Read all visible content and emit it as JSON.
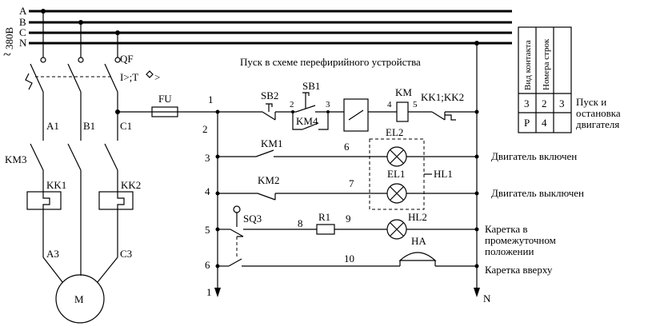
{
  "phases": {
    "a": "A",
    "b": "B",
    "c": "C",
    "n": "N",
    "voltage": "380В",
    "ac_symbol": "~"
  },
  "power": {
    "qf": "QF",
    "qf_trip": "I>;T",
    "a1": "A1",
    "b1": "B1",
    "c1": "C1",
    "km3": "KM3",
    "kk1": "KK1",
    "kk2": "KK2",
    "a3": "A3",
    "c3": "C3",
    "motor": "M"
  },
  "control": {
    "fu": "FU",
    "heading": "Пуск в схеме перефирийного устройства",
    "sb2": "SB2",
    "sb1": "SB1",
    "km4": "KM4",
    "km": "KM",
    "kk12": "KK1;KK2",
    "km1": "KM1",
    "km2": "KM2",
    "el2": "EL2",
    "el1": "EL1",
    "hl1": "HL1",
    "sq3": "SQ3",
    "r1": "R1",
    "hl2": "HL2",
    "ha": "HA",
    "nodes": [
      "1",
      "2",
      "3",
      "4",
      "5",
      "6",
      "7",
      "8",
      "9",
      "10",
      "2",
      "3",
      "4",
      "5"
    ],
    "line_numbers": [
      "1",
      "2",
      "3",
      "4",
      "5",
      "6",
      "1"
    ],
    "n_end": "N"
  },
  "legend": {
    "header_contact_type": "Вид контакта",
    "header_line_numbers": "Номера строк",
    "row1": [
      "3",
      "2",
      "3"
    ],
    "row2": [
      "Р",
      "4"
    ]
  },
  "labels": {
    "start_stop_1": "Пуск и",
    "start_stop_2": "остановка",
    "start_stop_3": "двигателя",
    "motor_on": "Двигатель включен",
    "motor_off": "Двигатель выключен",
    "carriage_mid_1": "Каретка в",
    "carriage_mid_2": "промежуточном",
    "carriage_mid_3": "положении",
    "carriage_up": "Каретка вверху"
  }
}
